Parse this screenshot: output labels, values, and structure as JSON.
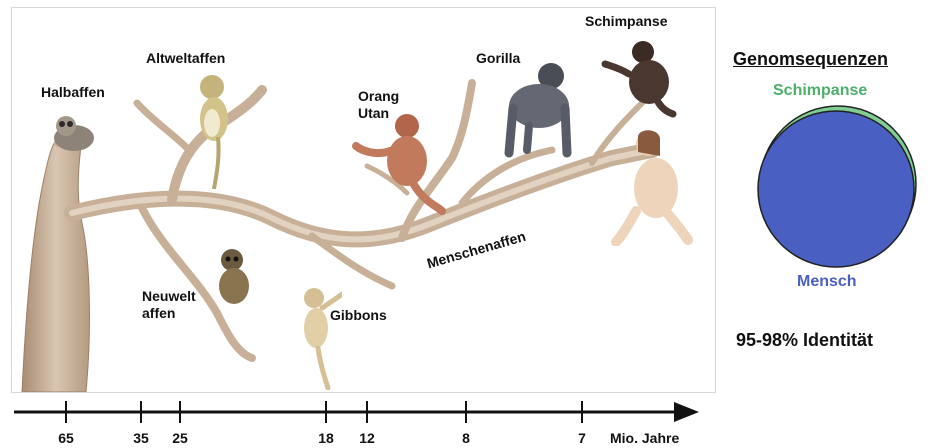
{
  "labels": {
    "halbaffen": "Halbaffen",
    "altweltaffen": "Altweltaffen",
    "orang_utan": "Orang\nUtan",
    "gorilla": "Gorilla",
    "schimpanse": "Schimpanse",
    "neuwelt": "Neuwelt\naffen",
    "gibbons": "Gibbons",
    "menschenaffen": "Menschenaffen"
  },
  "genome": {
    "title": "Genomsequenzen",
    "chimp": "Schimpanse",
    "human": "Mensch",
    "identity": "95-98% Identität"
  },
  "timeline": {
    "ticks": [
      "65",
      "35",
      "25",
      "18",
      "12",
      "8",
      "7"
    ],
    "unit": "Mio. Jahre"
  },
  "colors": {
    "branch": "#c9b29a",
    "chimp": "#4caf6a",
    "human": "#4a5fc2"
  },
  "icons": [
    "prosimian-figure",
    "old-world-monkey-figure",
    "orangutan-figure",
    "gorilla-figure",
    "chimpanzee-figure",
    "human-figure",
    "new-world-monkey-figure",
    "gibbon-figure"
  ]
}
